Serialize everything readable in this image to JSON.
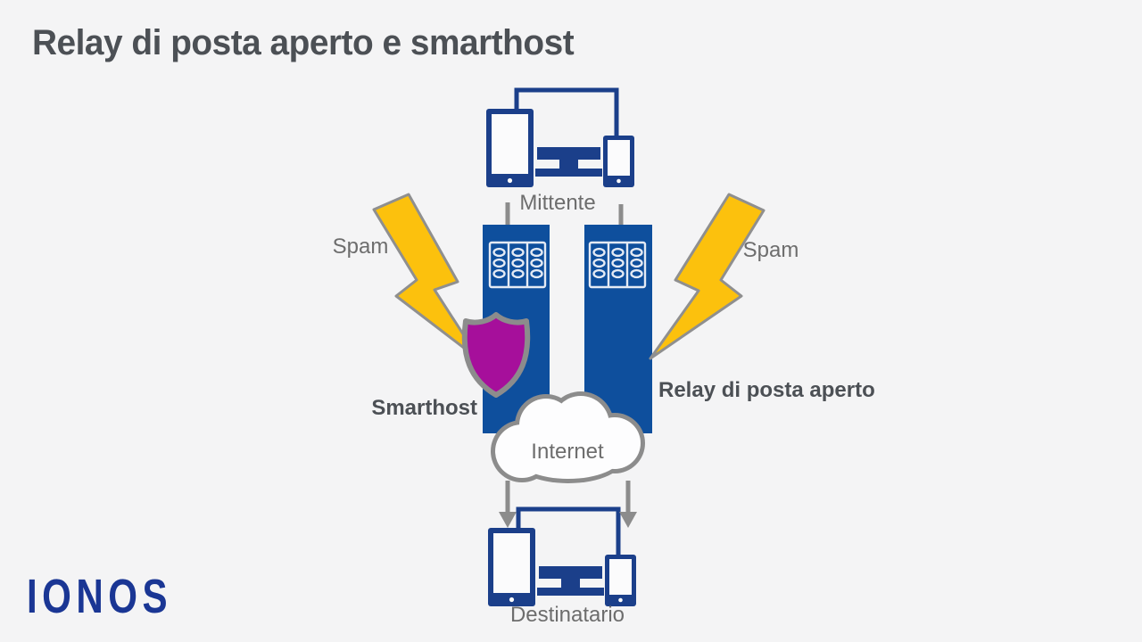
{
  "title": "Relay di posta aperto e smarthost",
  "labels": {
    "sender": "Mittente",
    "recipient": "Destinatario",
    "internet": "Internet",
    "smarthost": "Smarthost",
    "open_relay": "Relay di posta aperto",
    "spam_left": "Spam",
    "spam_right": "Spam"
  },
  "brand": {
    "logo_text": "IONOS"
  },
  "icons": {
    "sender_devices": "tablet-monitor-phone-icon",
    "recipient_devices": "tablet-monitor-phone-icon",
    "server_towers": "server-rack-icon",
    "spam": "lightning-bolt-icon",
    "protection": "shield-icon",
    "internet": "cloud-icon",
    "delivery": "arrow-down-icon"
  },
  "colors": {
    "background": "#f4f4f5",
    "device_navy": "#1b3f8a",
    "server_blue": "#0e4f9d",
    "rack_outline": "#e4eaf4",
    "bolt_yellow": "#fcc10d",
    "bolt_outline": "#8f8f8f",
    "shield_purple": "#a60f9b",
    "gray_outline": "#8c8c8c",
    "label_gray": "#6d6d6d",
    "label_dark": "#4c5055",
    "brand_blue": "#1a3694",
    "screen_white": "#fbfbfc"
  }
}
